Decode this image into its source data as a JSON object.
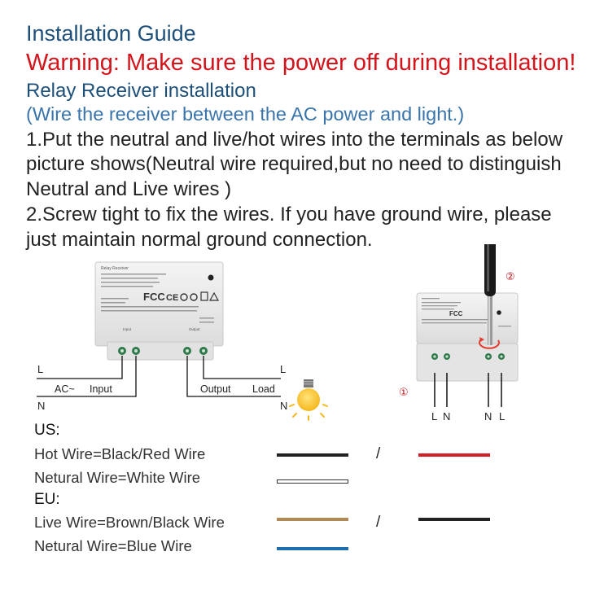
{
  "guide": {
    "title": "Installation Guide",
    "warning": "Warning: Make sure the power off during installation!",
    "subtitle": "Relay Receiver installation",
    "note": "(Wire the receiver between the AC power and light.)",
    "steps": [
      "1.Put the neutral and live/hot wires into the terminals as below",
      "picture shows(Neutral wire required,but no need to distinguish",
      "Neutral and Live wires )",
      "2.Screw tight to fix the wires. If you have ground wire, please",
      "just maintain normal ground connection."
    ]
  },
  "diagram": {
    "device_label": "Relay Receiver",
    "fcc_mark": "FCC",
    "ce_mark": "CE",
    "input_label": "Input",
    "output_label": "Output",
    "left_L": "L",
    "left_N": "N",
    "ac_label": "AC~",
    "wire_input": "Input",
    "wire_output": "Output",
    "wire_load": "Load",
    "right_L": "L",
    "right_N": "N",
    "step_marker_1": "①",
    "step_marker_2": "②",
    "term_L1": "L",
    "term_N1": "N",
    "term_N2": "N",
    "term_L2": "L"
  },
  "legend": {
    "us_header": "US:",
    "us_hot": "Hot Wire=Black/Red Wire",
    "us_neutral": "Netural Wire=White Wire",
    "eu_header": "EU:",
    "eu_live": "Live Wire=Brown/Black Wire",
    "eu_neutral": "Netural Wire=Blue Wire",
    "slash": "/",
    "colors": {
      "black": "#222222",
      "red": "#d41e27",
      "white": "#ffffff",
      "brown": "#b08a55",
      "blue": "#1f6fae"
    }
  }
}
